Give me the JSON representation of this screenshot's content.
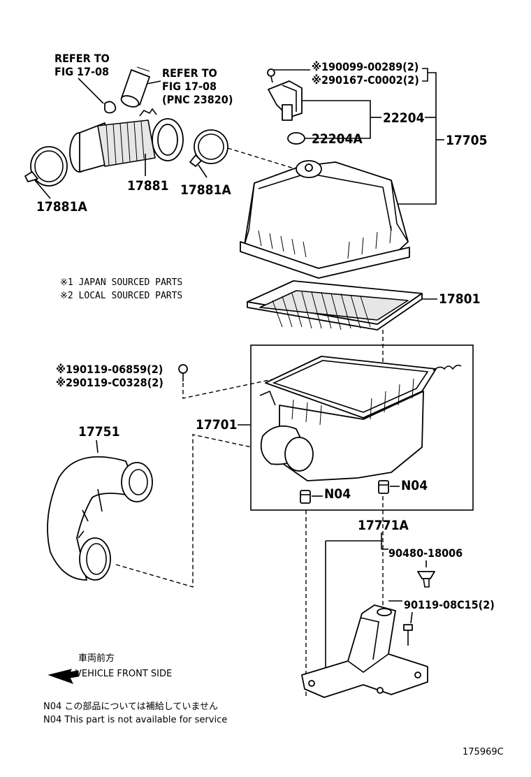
{
  "refs": {
    "refer_a_line1": "REFER TO",
    "refer_a_line2": "FIG 17-08",
    "refer_b_line1": "REFER TO",
    "refer_b_line2": "FIG 17-08",
    "refer_b_line3": "(PNC 23820)"
  },
  "parts": {
    "p_90099": "※190099-00289(2)",
    "p_90167": "※290167-C0002(2)",
    "p_22204": "22204",
    "p_22204A": "22204A",
    "p_17705": "17705",
    "p_17881": "17881",
    "p_17881A_left": "17881A",
    "p_17881A_right": "17881A",
    "p_17801": "17801",
    "p_90119_06859": "※190119-06859(2)",
    "p_90119_C0328": "※290119-C0328(2)",
    "p_17751": "17751",
    "p_17701": "17701",
    "p_N04_left": "N04",
    "p_N04_right": "N04",
    "p_17771A": "17771A",
    "p_90480": "90480-18006",
    "p_90119_08C15": "90119-08C15(2)"
  },
  "legend": {
    "japan": "※1 JAPAN SOURCED PARTS",
    "local": "※2 LOCAL SOURCED PARTS"
  },
  "direction": {
    "jp": "車両前方",
    "en": "VEHICLE FRONT SIDE"
  },
  "notes": {
    "jp": "N04  この部品については補給していません",
    "en": "N04  This part is not available for service"
  },
  "figure_id": "175969C"
}
